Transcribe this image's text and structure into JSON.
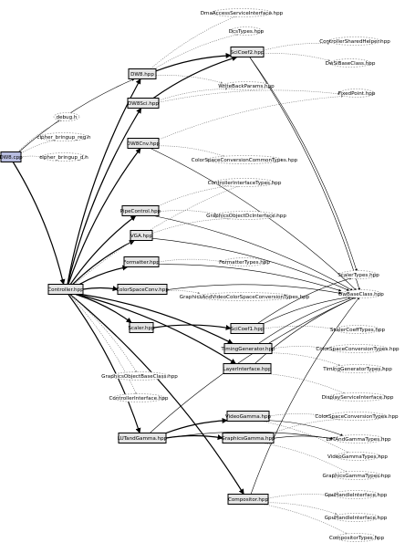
{
  "diagram": {
    "nodes": [
      {
        "id": "dw8",
        "label": "DW8.cpp",
        "kind": "root"
      },
      {
        "id": "ctrl",
        "label": "Controller.hpp",
        "kind": "box"
      },
      {
        "id": "dw8h",
        "label": "DW8.hpp",
        "kind": "box"
      },
      {
        "id": "dw8sci",
        "label": "DW8Sci.hpp",
        "kind": "box"
      },
      {
        "id": "dw8cnv",
        "label": "DW8Cnv.hpp",
        "kind": "box"
      },
      {
        "id": "pipe",
        "label": "PipeControl.hpp",
        "kind": "box"
      },
      {
        "id": "vga",
        "label": "VGA.hpp",
        "kind": "box"
      },
      {
        "id": "fmt",
        "label": "Formatter.hpp",
        "kind": "box"
      },
      {
        "id": "csc",
        "label": "ColorSpaceConv.hpp",
        "kind": "box"
      },
      {
        "id": "scaler",
        "label": "Scaler.hpp",
        "kind": "box"
      },
      {
        "id": "tgen",
        "label": "TimingGenerator.hpp",
        "kind": "box"
      },
      {
        "id": "lint",
        "label": "LayerInterface.hpp",
        "kind": "box"
      },
      {
        "id": "lut",
        "label": "LUTandGamma.hpp",
        "kind": "box"
      },
      {
        "id": "vgam",
        "label": "VideoGamma.hpp",
        "kind": "box"
      },
      {
        "id": "ggam",
        "label": "GraphicsGamma.hpp",
        "kind": "box"
      },
      {
        "id": "comp",
        "label": "Compositor.hpp",
        "kind": "box"
      },
      {
        "id": "scicoef2",
        "label": "SciCoef2.hpp",
        "kind": "box"
      },
      {
        "id": "scicoef1",
        "label": "SciCoef1.hpp",
        "kind": "box"
      },
      {
        "id": "debug",
        "label": "debug.h",
        "kind": "ext"
      },
      {
        "id": "cipreg",
        "label": "cipher_bringup_reg.h",
        "kind": "ext"
      },
      {
        "id": "cipdh",
        "label": "cipher_bringup_d.h",
        "kind": "ext"
      },
      {
        "id": "dmaacc",
        "label": "DmaAccessServiceInterface.hpp",
        "kind": "ext"
      },
      {
        "id": "dcstyp",
        "label": "DcsTypes.hpp",
        "kind": "ext"
      },
      {
        "id": "ctlshr",
        "label": "ControllerSharedHelper.hpp",
        "kind": "ext"
      },
      {
        "id": "dwsib",
        "label": "DwSiBaseClass.hpp",
        "kind": "ext"
      },
      {
        "id": "wbpar",
        "label": "WriteBackParams.hpp",
        "kind": "ext"
      },
      {
        "id": "fixpt",
        "label": "FixedPoint.hpp",
        "kind": "ext"
      },
      {
        "id": "cscct",
        "label": "ColorSpaceConversionCommonTypes.hpp",
        "kind": "ext"
      },
      {
        "id": "ctlint",
        "label": "ControllerInterfaceTypes.hpp",
        "kind": "ext"
      },
      {
        "id": "gobj",
        "label": "GraphicsObjectDcInterface.hpp",
        "kind": "ext"
      },
      {
        "id": "fmttyp",
        "label": "FormatterTypes.hpp",
        "kind": "ext"
      },
      {
        "id": "sctyp",
        "label": "ScalerTypes.hpp",
        "kind": "ext"
      },
      {
        "id": "dwbase",
        "label": "DwBaseClass.hpp",
        "kind": "ext"
      },
      {
        "id": "gvcsc",
        "label": "GraphicsAndVideoColorSpaceConversionTypes.hpp",
        "kind": "ext"
      },
      {
        "id": "sccoef",
        "label": "ScalerCoeffTypes.hpp",
        "kind": "ext"
      },
      {
        "id": "cscv",
        "label": "ColorSpaceConversionTypes.hpp",
        "kind": "ext"
      },
      {
        "id": "tgtyp",
        "label": "TimingGeneratorTypes.hpp",
        "kind": "ext"
      },
      {
        "id": "gobase",
        "label": "GraphicsObjectBaseClass.hpp",
        "kind": "ext"
      },
      {
        "id": "ctlif",
        "label": "ControllerInterface.hpp",
        "kind": "ext"
      },
      {
        "id": "dispsvc",
        "label": "DisplayServiceInterface.hpp",
        "kind": "ext"
      },
      {
        "id": "cscv2",
        "label": "ColorSpaceConversionTypes.hpp",
        "kind": "ext"
      },
      {
        "id": "lutt",
        "label": "LUTAndGammaTypes.hpp",
        "kind": "ext"
      },
      {
        "id": "vgt",
        "label": "VideoGammaTypes.hpp",
        "kind": "ext"
      },
      {
        "id": "ggt",
        "label": "GraphicsGammaTypes.hpp",
        "kind": "ext"
      },
      {
        "id": "gphint",
        "label": "GpuHandleInterface.hpp",
        "kind": "ext"
      },
      {
        "id": "gphint2",
        "label": "GpuHandleInterface.hpp",
        "kind": "ext"
      },
      {
        "id": "comptyp",
        "label": "CompositorTypes.hpp",
        "kind": "ext"
      }
    ]
  }
}
